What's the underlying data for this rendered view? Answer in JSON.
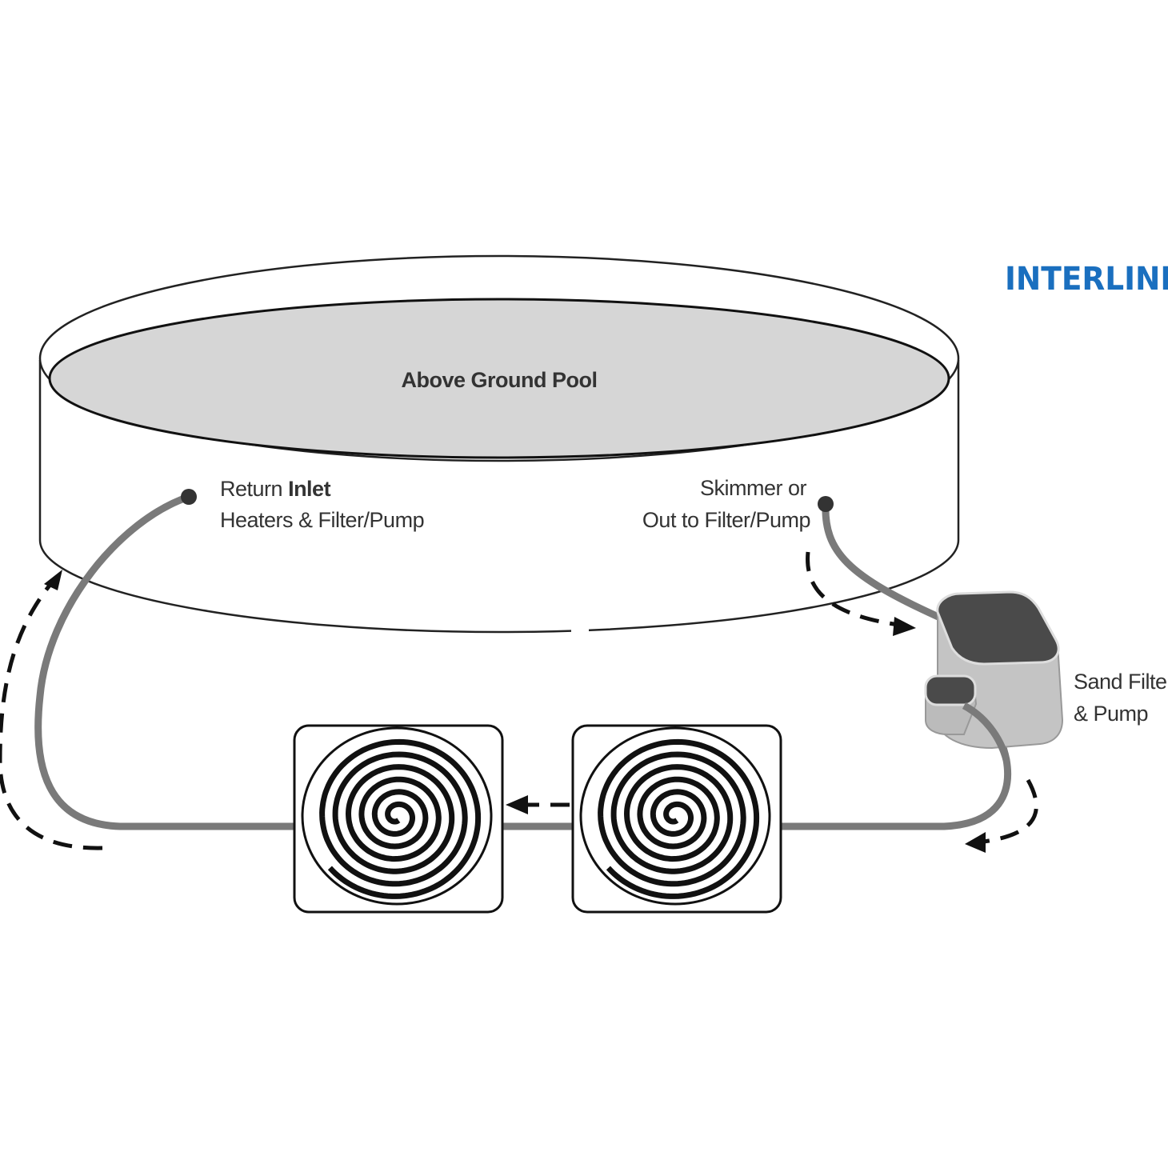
{
  "labels": {
    "pool": "Above Ground Pool",
    "return_line1_a": "Return",
    "return_line1_b": "Inlet",
    "return_line2": "Heaters & Filter/Pump",
    "skimmer_line1": "Skimmer or",
    "skimmer_line2": "Out to Filter/Pump",
    "filter_line1": "Sand Filter",
    "filter_line2": "& Pump"
  },
  "logo": {
    "text": "INTERLINE",
    "color": "#1a6fbf",
    "accent": "#4db3e6"
  },
  "colors": {
    "water": "#d6d6d6",
    "pipe": "#7a7a7a",
    "filter_top": "#4a4a4a",
    "filter_body": "#c4c4c4",
    "outline": "#222222"
  },
  "heaters": [
    {
      "icon": "spiral-solar-heater-icon"
    },
    {
      "icon": "spiral-solar-heater-icon"
    }
  ]
}
